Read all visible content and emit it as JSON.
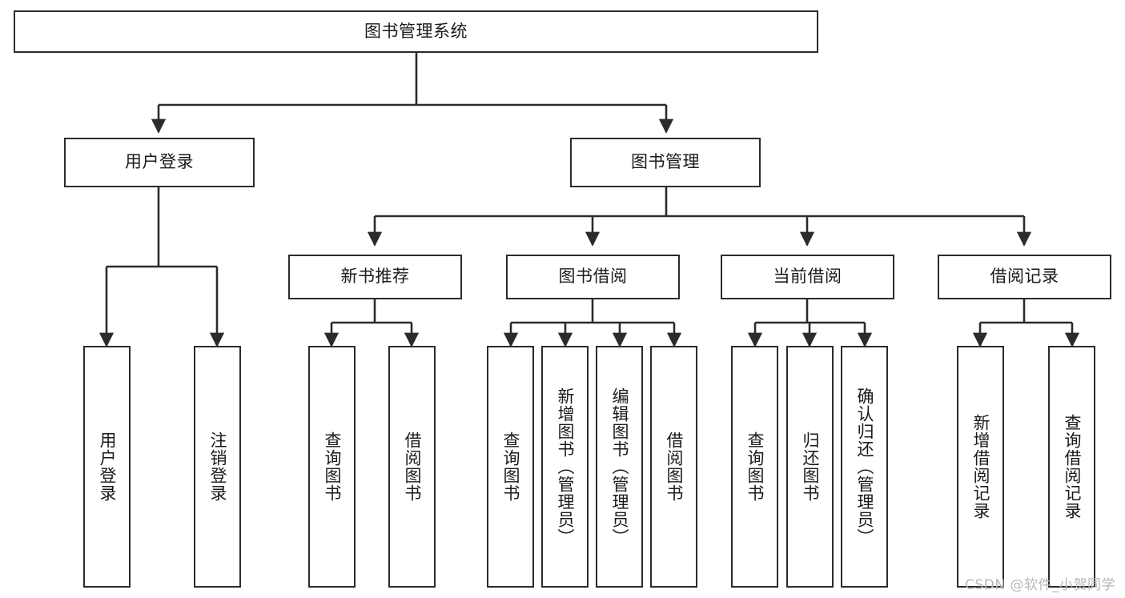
{
  "diagram": {
    "title": "图书管理系统",
    "type": "tree-hierarchy",
    "watermark": "CSDN @软件_小贺同学",
    "stroke_color": "#2b2b2b",
    "fill_color": "#ffffff",
    "text_color": "#1a1a1a",
    "watermark_color": "#b7b7b7"
  },
  "nodes": {
    "root": {
      "label": "图书管理系统"
    },
    "level1": [
      {
        "id": "user-login",
        "label": "用户登录"
      },
      {
        "id": "book-manage",
        "label": "图书管理"
      }
    ],
    "level2": [
      {
        "id": "new-book-recommend",
        "label": "新书推荐"
      },
      {
        "id": "book-borrow",
        "label": "图书借阅"
      },
      {
        "id": "current-borrow",
        "label": "当前借阅"
      },
      {
        "id": "borrow-record",
        "label": "借阅记录"
      }
    ],
    "leaves": [
      {
        "id": "leaf-user-login",
        "label": "用户登录",
        "parent": "user-login"
      },
      {
        "id": "leaf-logout",
        "label": "注销登录",
        "parent": "user-login"
      },
      {
        "id": "leaf-query-book-1",
        "label": "查询图书",
        "parent": "new-book-recommend"
      },
      {
        "id": "leaf-borrow-book-1",
        "label": "借阅图书",
        "parent": "new-book-recommend"
      },
      {
        "id": "leaf-query-book-2",
        "label": "查询图书",
        "parent": "book-borrow"
      },
      {
        "id": "leaf-add-book",
        "label": "新增图书（管理员）",
        "parent": "book-borrow"
      },
      {
        "id": "leaf-edit-book",
        "label": "编辑图书（管理员）",
        "parent": "book-borrow"
      },
      {
        "id": "leaf-borrow-book-2",
        "label": "借阅图书",
        "parent": "book-borrow"
      },
      {
        "id": "leaf-query-book-3",
        "label": "查询图书",
        "parent": "current-borrow"
      },
      {
        "id": "leaf-return-book",
        "label": "归还图书",
        "parent": "current-borrow"
      },
      {
        "id": "leaf-confirm-return",
        "label": "确认归还（管理员）",
        "parent": "current-borrow"
      },
      {
        "id": "leaf-add-record",
        "label": "新增借阅记录",
        "parent": "borrow-record"
      },
      {
        "id": "leaf-query-record",
        "label": "查询借阅记录",
        "parent": "borrow-record"
      }
    ]
  }
}
